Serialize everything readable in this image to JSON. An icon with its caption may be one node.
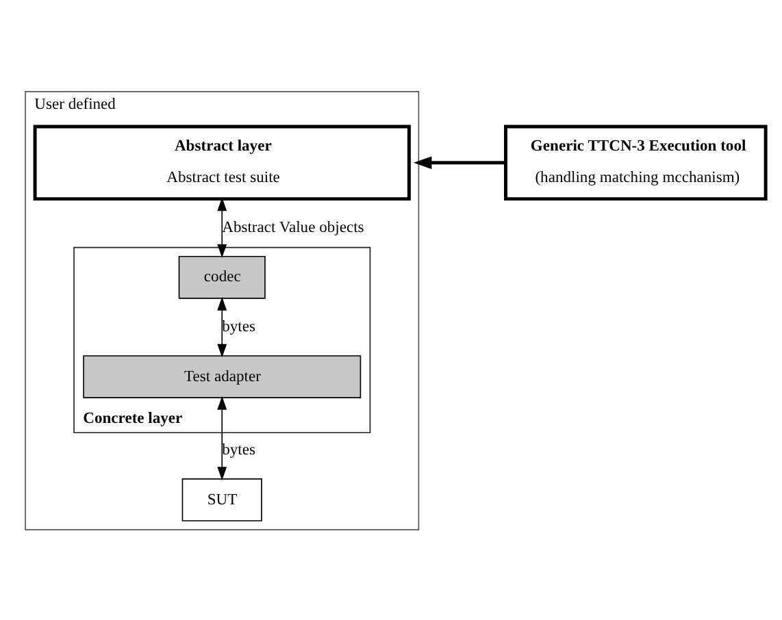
{
  "diagram": {
    "nodes": [
      {
        "text": [
          "User defined"
        ]
      },
      {
        "text": [
          "Abstract layer",
          "Abstract test suite"
        ],
        "in": 0
      },
      {
        "text": [
          "Concrete layer"
        ],
        "in": 0
      },
      {
        "text": [
          "codec"
        ],
        "in": 2
      },
      {
        "text": [
          "Test adapter"
        ],
        "in": 2
      },
      {
        "text": [
          "SUT"
        ],
        "in": 0
      },
      {
        "text": [
          "Generic TTCN-3 Execution tool",
          "(handling matching mcchanism)"
        ]
      }
    ],
    "edges": [
      {
        "from": 1,
        "to": 3,
        "arrow": "both",
        "label": "Abstract Value objects"
      },
      {
        "from": 3,
        "to": 4,
        "arrow": "both",
        "label": "bytes"
      },
      {
        "from": 4,
        "to": 5,
        "arrow": "both",
        "label": "bytes"
      },
      {
        "from": 6,
        "to": 0,
        "arrow": "to",
        "style": "thick"
      }
    ]
  }
}
